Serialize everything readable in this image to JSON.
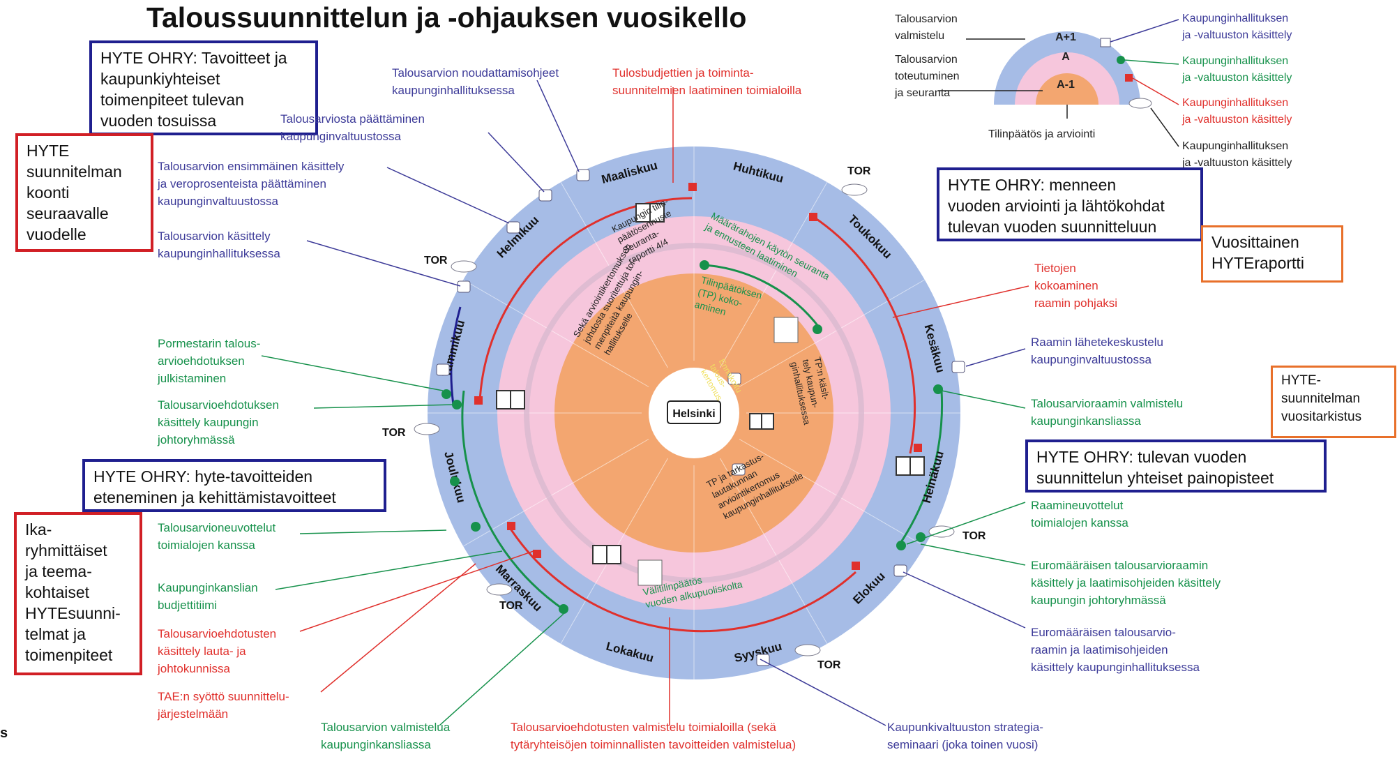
{
  "title": "Taloussuunnittelun ja -ohjauksen vuosikello",
  "center_label": "Helsinki",
  "tor_label": "TOR",
  "months": [
    "Tammikuu",
    "Helmikuu",
    "Maaliskuu",
    "Huhtikuu",
    "Toukokuu",
    "Kesäkuu",
    "Heinäkuu",
    "Elokuu",
    "Syyskuu",
    "Lokakuu",
    "Marraskuu",
    "Joulukuu"
  ],
  "colors": {
    "outer_ring": "#a6bce6",
    "middle_ring": "#f6c6dc",
    "inner_disc": "#f3a670",
    "blue": "#3c3a98",
    "red": "#e0302c",
    "green": "#16914b"
  },
  "legend": {
    "left_labels": [
      "Talousarvion\nvalmistelu",
      "Talousarvion\ntoteutuminen\nja seuranta"
    ],
    "bottom_label": "Tilinpäätös ja arviointi",
    "ring_labels": [
      "A+1",
      "A",
      "A-1"
    ],
    "right_labels": [
      {
        "text": "Kaupunginhallituksen\nja -valtuuston käsittely",
        "color": "blue"
      },
      {
        "text": "Kaupunginhallituksen\nja -valtuuston käsittely",
        "color": "green"
      },
      {
        "text": "Kaupunginhallituksen\nja -valtuuston käsittely",
        "color": "red"
      },
      {
        "text": "Kaupunginhallituksen\nja -valtuuston käsittely",
        "color": "black"
      }
    ]
  },
  "boxes": {
    "hyte_ohry_tavoitteet": "HYTE OHRY: Tavoitteet ja\n kaupunkiyhteiset\ntoimenpiteet tulevan\nvuoden tosuissa",
    "hyte_koonti": "HYTE\nsuunnitelman\nkoonti\nseuraavalle\nvuodelle",
    "hyte_ohry_menneen": "HYTE OHRY: menneen\nvuoden arviointi ja lähtökohdat\ntulevan vuoden suunnitteluun",
    "vuosittainen": "Vuosittainen\nHYTEraportti",
    "hyte_vuositarkistus": "HYTE-\nsuunnitelman\nvuositarkistus",
    "hyte_ohry_tulevan": "HYTE OHRY: tulevan vuoden\n suunnittelun yhteiset painopisteet",
    "hyte_ohry_hyte": "HYTE OHRY: hyte-tavoitteiden\neteneminen ja kehittämistavoitteet",
    "ikaryhmittaiset": "Ika-\nryhmittäiset\nja teema-\nkohtaiset\nHYTEsuunni-\ntelmat ja\ntoimenpiteet"
  },
  "labels": {
    "noudattamisohjeet": "Talousarvion noudattamisohjeet\nkaupunginhallituksessa",
    "tulosbudjettien": "Tulosbudjettien ja toiminta-\nsuunnitelmien laatiminen toimialoilla",
    "paattaminen": "Talousarviosta päättäminen\nkaupunginvaltuustossa",
    "ensimmainen": "Talousarvion ensimmäinen käsittely\nja veroprosenteista päättäminen\nkaupunginvaltuustossa",
    "kasittely_kh": "Talousarvion käsittely\nkaupunginhallituksessa",
    "pormestarin": "Pormestarin talous-\narvioehdotuksen\njulkistaminen",
    "johtoryhma": "Talousarvioehdotuksen\nkäsittely kaupungin\njohtoryhmässä",
    "neuvottelut": "Talousarvioneuvottelut\ntoimialojen kanssa",
    "budjettitiimi": "Kaupunginkanslian\nbudjettitiimi",
    "lautakunnat": "Talousarvioehdotusten\nkäsittely lauta- ja\njohtokunnissa",
    "tae_syotto": "TAE:n syöttö suunnittelu-\njärjestelmään",
    "valmistelu_kanslia": "Talousarvion valmistelua\nkaupunginkansliassa",
    "ehdotusten_valmistelu": "Talousarvioehdotusten valmistelu toimialoilla (sekä\ntytäryhteisöjen toiminnallisten tavoitteiden valmistelua)",
    "strategiaseminaari": "Kaupunkivaltuuston strategia-\nseminaari (joka toinen vuosi)",
    "tietojen": "Tietojen\nkokoaminen\nraamin pohjaksi",
    "raamin_lahetekeskustelu": "Raamin lähetekeskustelu\nkaupunginvaltuustossa",
    "raamin_valmistelu": "Talousarvioraamin valmistelu\nkaupunginkansliassa",
    "raamineuvottelut": "Raamineuvottelut\ntoimialojen kanssa",
    "euromaaraisen_johto": "Euromääräisen talousarvioraamin\nkäsittely ja laatimisohjeiden käsittely\nkaupungin johtoryhmässä",
    "euromaaraisen_kh": "Euromääräisen talousarvio-\nraamin ja laatimisohjeiden\nkäsittely kaupunginhallituksessa"
  },
  "inner_texts": {
    "maararahojen": "Määrärahojen käytön seuranta\nja ennusteen laatiminen",
    "tp_kokoaminen": "Tilinpäätöksen\n(TP) koko-\naminen",
    "tp_tarkastus": "TP ja tarkastus-\nlautakunnan\narviointikertomus\nkaupunginhallitukselle",
    "valitilinpaatos": "Välitilinpäätös\nvuoden alkupuoliskolta",
    "tp_kasittely": "TP:n käsit-\ntely kaupun-\nginhallituksessa",
    "seuranta_4_4": "Kaupungin tilin-\npäätösennuste\nSeuranta-\nraportti 4/4",
    "arviointi_kertomus": "Sekä arviointikertomuksen\njohdosta suoritettuja toi-\nmenpiteitä kaupungin-\nhallitukselle",
    "ennakointi": "Ennakoitu\ntalous-\nkertomus"
  },
  "side_note": "s"
}
